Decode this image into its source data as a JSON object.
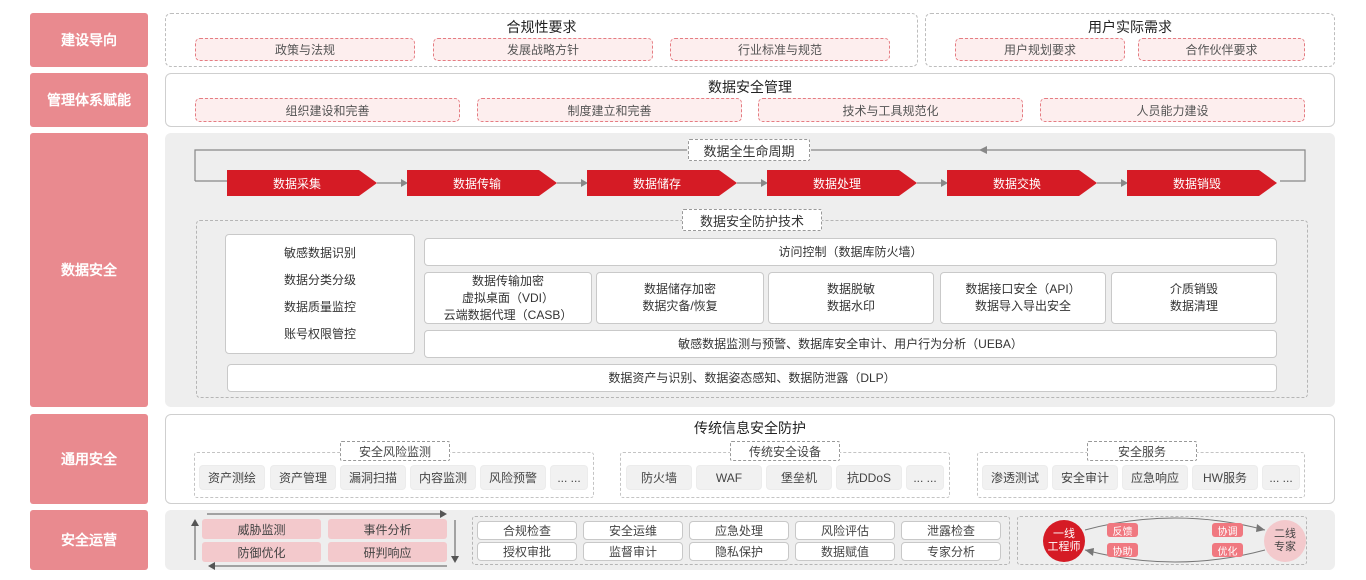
{
  "rows": {
    "guide": "建设导向",
    "mgmt": "管理体系赋能",
    "data_security": "数据安全",
    "general": "通用安全",
    "ops": "安全运营"
  },
  "guide": {
    "compliance_title": "合规性要求",
    "compliance_items": [
      "政策与法规",
      "发展战略方针",
      "行业标准与规范"
    ],
    "user_title": "用户实际需求",
    "user_items": [
      "用户规划要求",
      "合作伙伴要求"
    ]
  },
  "mgmt": {
    "title": "数据安全管理",
    "items": [
      "组织建设和完善",
      "制度建立和完善",
      "技术与工具规范化",
      "人员能力建设"
    ]
  },
  "lifecycle": {
    "title": "数据全生命周期",
    "steps": [
      "数据采集",
      "数据传输",
      "数据储存",
      "数据处理",
      "数据交换",
      "数据销毁"
    ]
  },
  "tech": {
    "title": "数据安全防护技术",
    "left_items": [
      "敏感数据识别",
      "数据分类分级",
      "数据质量监控",
      "账号权限管控"
    ],
    "access_control": "访问控制（数据库防火墙）",
    "boxes": [
      [
        "数据传输加密",
        "虚拟桌面（VDI）",
        "云端数据代理（CASB）"
      ],
      [
        "数据储存加密",
        "数据灾备/恢复"
      ],
      [
        "数据脱敏",
        "数据水印"
      ],
      [
        "数据接口安全（API）",
        "数据导入导出安全"
      ],
      [
        "介质销毁",
        "数据清理"
      ]
    ],
    "monitor": "敏感数据监测与预警、数据库安全审计、用户行为分析（UEBA）",
    "asset": "数据资产与识别、数据姿态感知、数据防泄露（DLP）"
  },
  "general": {
    "title": "传统信息安全防护",
    "groups": [
      {
        "label": "安全风险监测",
        "items": [
          "资产测绘",
          "资产管理",
          "漏洞扫描",
          "内容监测",
          "风险预警",
          "... ..."
        ]
      },
      {
        "label": "传统安全设备",
        "items": [
          "防火墙",
          "WAF",
          "堡垒机",
          "抗DDoS",
          "... ..."
        ]
      },
      {
        "label": "安全服务",
        "items": [
          "渗透测试",
          "安全审计",
          "应急响应",
          "HW服务",
          "... ..."
        ]
      }
    ]
  },
  "ops": {
    "cycle": [
      "威胁监测",
      "事件分析",
      "防御优化",
      "研判响应"
    ],
    "grid": [
      [
        "合规检查",
        "安全运维",
        "应急处理",
        "风险评估",
        "泄露检查"
      ],
      [
        "授权审批",
        "监督审计",
        "隐私保护",
        "数据赋值",
        "专家分析"
      ]
    ],
    "first_line": "一线\n工程师",
    "second_line": "二线\n专家",
    "tags": [
      "反馈",
      "协调",
      "协助",
      "优化"
    ]
  },
  "colors": {
    "label_bg": "#e98a8f",
    "step_red": "#d51b25",
    "pill_border": "#e57c82"
  }
}
